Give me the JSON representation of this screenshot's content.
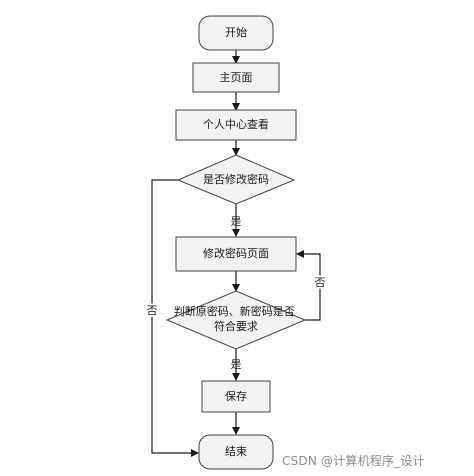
{
  "flowchart": {
    "start": "开始",
    "home_page": "主页面",
    "personal_center": "个人中心查看",
    "decision_change_password": "是否修改密码",
    "change_password_page": "修改密码页面",
    "decision_check_line1": "判断原密码、新密码是否",
    "decision_check_line2": "符合要求",
    "save": "保存",
    "end": "结束"
  },
  "edge_labels": {
    "yes_to_change_page": "是",
    "no_to_end": "否",
    "no_loop_back": "否",
    "yes_to_save": "是"
  },
  "colors": {
    "node_fill": "#f2f2f2",
    "node_stroke": "#404040",
    "edge": "#1a1a1a"
  },
  "watermark": "CSDN @计算机程序_设计"
}
